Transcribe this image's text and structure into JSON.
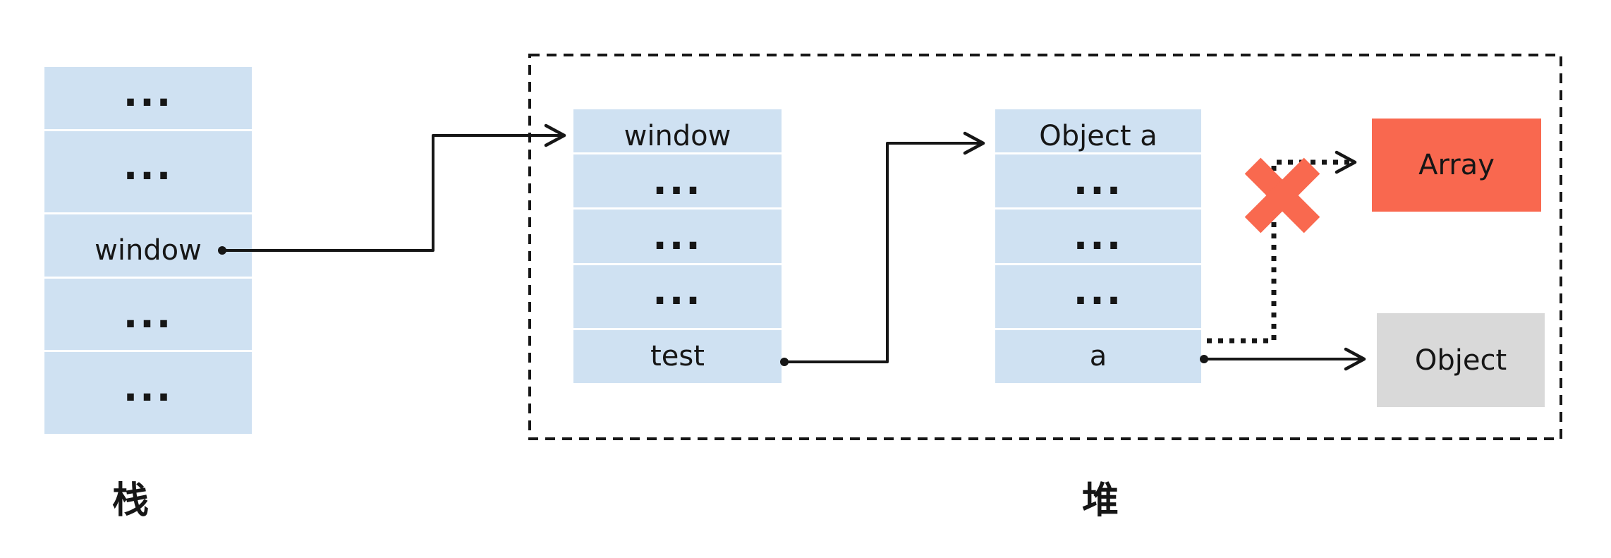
{
  "diagram": {
    "stack": {
      "caption": "栈",
      "rows": [
        "...",
        "...",
        "window",
        "...",
        "..."
      ]
    },
    "heap": {
      "caption": "堆",
      "window_box": {
        "rows": [
          "window",
          "...",
          "...",
          "...",
          "test"
        ]
      },
      "object_a_box": {
        "rows": [
          "Object a",
          "...",
          "...",
          "...",
          "a"
        ]
      },
      "array_box": {
        "label": "Array"
      },
      "object_box": {
        "label": "Object"
      }
    }
  },
  "colors": {
    "cell_fill": "#cfe1f2",
    "cell_divider": "#ffffff",
    "array_fill": "#f9684f",
    "object_fill": "#d9d9d9",
    "line": "#161616",
    "cross": "#f9694f",
    "text": "#161616",
    "background": "#ffffff"
  }
}
